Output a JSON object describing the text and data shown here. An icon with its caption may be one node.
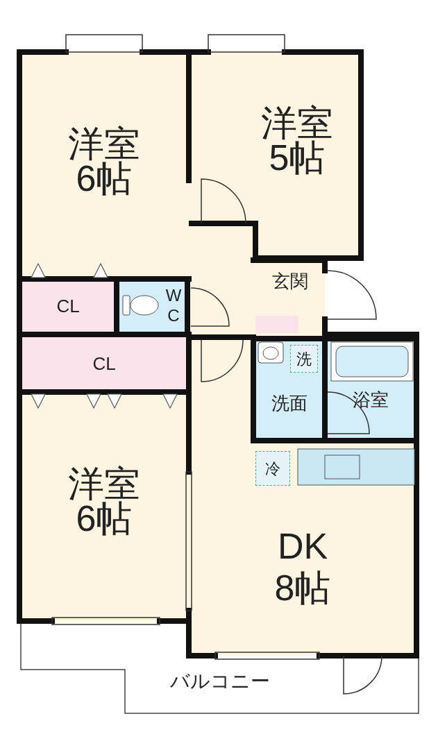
{
  "diagram": {
    "nodes": [
      {
        "text": [
          "洋室",
          "6帖"
        ]
      },
      {
        "text": [
          "洋室",
          "5帖"
        ]
      },
      {
        "text": [
          "CL"
        ]
      },
      {
        "text": [
          "WC"
        ]
      },
      {
        "text": [
          "玄関"
        ]
      },
      {
        "text": [
          "CL"
        ]
      },
      {
        "text": [
          "洗"
        ],
        "in": 7
      },
      {
        "text": [
          "洗面"
        ]
      },
      {
        "text": [
          "浴室"
        ]
      },
      {
        "text": [
          "冷"
        ],
        "in": 11
      },
      {
        "text": [
          "洋室",
          "6帖"
        ]
      },
      {
        "text": [
          "DK",
          "8帖"
        ]
      },
      {
        "text": [
          "バルコニー"
        ]
      }
    ]
  }
}
